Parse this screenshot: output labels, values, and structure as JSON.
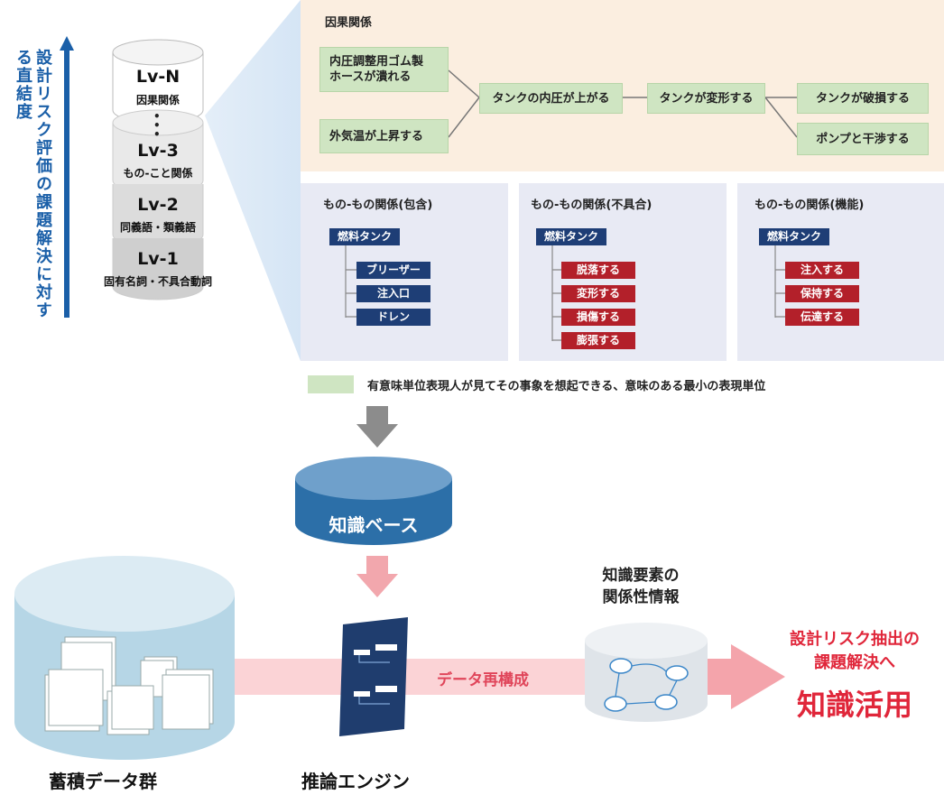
{
  "side_axis": {
    "label": "設計リスク評価の課題解決に対する直結度"
  },
  "levels": [
    {
      "title": "Lv-N",
      "sub": "因果関係"
    },
    {
      "title": "Lv-3",
      "sub": "もの-こと関係"
    },
    {
      "title": "Lv-2",
      "sub": "同義語・類義語"
    },
    {
      "title": "Lv-1",
      "sub": "固有名詞・不具合動詞"
    }
  ],
  "causal": {
    "title": "因果関係",
    "nodes": [
      "内圧調整用ゴム製\nホースが潰れる",
      "外気温が上昇する",
      "タンクの内圧が上がる",
      "タンクが変形する",
      "タンクが破損する",
      "ポンプと干渉する"
    ]
  },
  "relation_panels": [
    {
      "title": "もの-もの関係(包含)",
      "root": "燃料タンク",
      "children": [
        "ブリーザー",
        "注入口",
        "ドレン"
      ]
    },
    {
      "title": "もの-もの関係(不具合)",
      "root": "燃料タンク",
      "children": [
        "脱落する",
        "変形する",
        "損傷する",
        "膨張する"
      ]
    },
    {
      "title": "もの-もの関係(機能)",
      "root": "燃料タンク",
      "children": [
        "注入する",
        "保持する",
        "伝達する"
      ]
    }
  ],
  "legend": {
    "text": "有意味単位表現人が見てその事象を想起できる、意味のある最小の表現単位"
  },
  "knowledge_base": "知識ベース",
  "flow": {
    "data_store": "蓄積データ群",
    "engine": "推論エンジン",
    "reconstruct": "データ再構成",
    "relations_label": "知識要素の\n関係性情報",
    "outcome_line1": "設計リスク抽出の",
    "outcome_line2": "課題解決へ",
    "outcome_big": "知識活用"
  },
  "colors": {
    "accent_blue": "#1a5fa8",
    "navy": "#1e3e76",
    "red": "#b3202a",
    "green_box": "#cfe5c2",
    "causal_bg": "#fbeee0",
    "panel_bg": "#e8eaf4"
  }
}
